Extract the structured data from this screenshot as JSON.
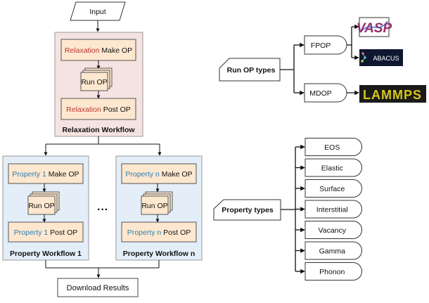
{
  "input": {
    "label": "Input"
  },
  "relaxation": {
    "title": "Relaxation Workflow",
    "make": {
      "prefix": "Relaxation",
      "suffix": " Make OP"
    },
    "run": "Run OP",
    "post": {
      "prefix": "Relaxation",
      "suffix": " Post OP"
    }
  },
  "property1": {
    "title": "Property Workflow 1",
    "make": {
      "prefix": "Property 1",
      "suffix": " Make OP"
    },
    "run": "Run OP",
    "post": {
      "prefix": "Property 1",
      "suffix": " Post OP"
    }
  },
  "propertyn": {
    "title": "Property Workflow n",
    "make": {
      "prefix": "Property n",
      "suffix": " Make OP"
    },
    "run": "Run OP",
    "post": {
      "prefix": "Property n",
      "suffix": " Post OP"
    }
  },
  "ellipsis": "···",
  "download": {
    "label": "Download Results"
  },
  "run_op_types": {
    "title": "Run OP types",
    "fpop": "FPOP",
    "mdop": "MDOP",
    "logos": {
      "vasp": "VASP",
      "abacus": "ABACUS",
      "lammps": "LAMMPS"
    }
  },
  "property_types": {
    "title": "Property types",
    "items": [
      "EOS",
      "Elastic",
      "Surface",
      "Interstitial",
      "Vacancy",
      "Gamma",
      "Phonon"
    ]
  },
  "colors": {
    "relaxation_fill": "#f5e3e1",
    "property_fill": "#e3eef8",
    "op_fill": "#fde7cf",
    "red_text": "#b8372e",
    "blue_text": "#2f7fb0",
    "lammps_yellow": "#d6c51a"
  }
}
